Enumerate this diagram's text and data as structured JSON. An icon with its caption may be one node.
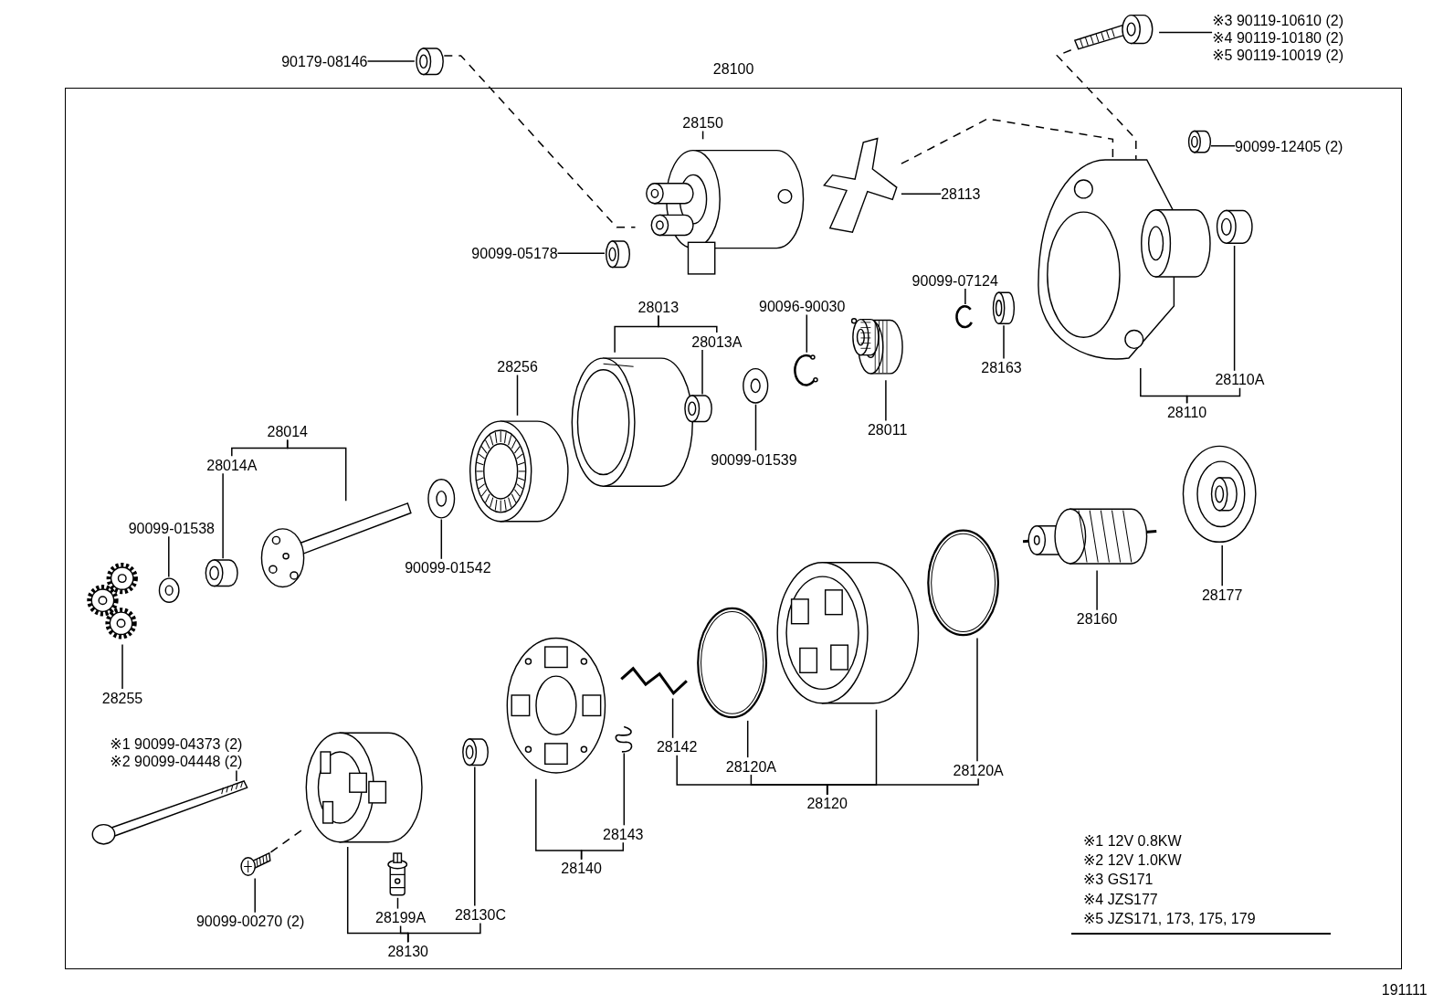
{
  "diagram": {
    "nodes": [
      {
        "text": [
          "28100"
        ]
      },
      {
        "text": [
          "90179-08146"
        ]
      },
      {
        "text": [],
        "shape": "cylinder"
      },
      {
        "text": [
          "※3 90119-10610 (2)",
          "※4 90119-10180 (2)",
          "※5 90119-10019 (2)"
        ]
      },
      {
        "text": [],
        "shape": "picture"
      },
      {
        "text": [
          "28150"
        ],
        "in": 0
      },
      {
        "text": [],
        "shape": "picture",
        "in": 0
      },
      {
        "text": [
          "28113"
        ],
        "in": 0
      },
      {
        "text": [],
        "shape": "picture",
        "in": 0
      },
      {
        "text": [
          "90099-12405 (2)"
        ],
        "in": 0
      },
      {
        "text": [],
        "shape": "cylinder",
        "in": 0
      },
      {
        "text": [
          "90099-05178"
        ],
        "in": 0
      },
      {
        "text": [],
        "shape": "cylinder",
        "in": 0
      },
      {
        "text": [],
        "shape": "picture",
        "in": 0
      },
      {
        "text": [],
        "shape": "cylinder",
        "in": 0
      },
      {
        "text": [
          "90099-07124"
        ],
        "in": 0
      },
      {
        "text": [],
        "shape": "picture",
        "in": 0
      },
      {
        "text": [
          "90096-90030"
        ],
        "in": 0
      },
      {
        "text": [
          "28013"
        ],
        "in": 0
      },
      {
        "text": [
          "28013A"
        ],
        "in": 0
      },
      {
        "text": [],
        "shape": "picture",
        "in": 0
      },
      {
        "text": [],
        "shape": "picture",
        "in": 0
      },
      {
        "text": [],
        "shape": "cylinder",
        "in": 0
      },
      {
        "text": [
          "28163"
        ],
        "in": 0
      },
      {
        "text": [
          "28256"
        ],
        "in": 0
      },
      {
        "text": [],
        "shape": "picture",
        "in": 0
      },
      {
        "text": [],
        "shape": "picture",
        "in": 0
      },
      {
        "text": [],
        "shape": "cylinder",
        "in": 0
      },
      {
        "text": [],
        "shape": "picture",
        "in": 0
      },
      {
        "text": [
          "28011"
        ],
        "in": 0
      },
      {
        "text": [
          "28110A"
        ],
        "in": 0
      },
      {
        "text": [
          "28110"
        ],
        "in": 0
      },
      {
        "text": [
          "28014"
        ],
        "in": 0
      },
      {
        "text": [
          "28014A"
        ],
        "in": 0
      },
      {
        "text": [
          "90099-01539"
        ],
        "in": 0
      },
      {
        "text": [
          "90099-01538"
        ],
        "in": 0
      },
      {
        "text": [],
        "shape": "picture",
        "in": 0
      },
      {
        "text": [],
        "shape": "picture",
        "in": 0
      },
      {
        "text": [
          "90099-01542"
        ],
        "in": 0
      },
      {
        "text": [],
        "shape": "cylinder",
        "in": 0
      },
      {
        "text": [],
        "shape": "picture",
        "in": 0
      },
      {
        "text": [],
        "shape": "picture",
        "in": 0
      },
      {
        "text": [],
        "shape": "picture",
        "in": 0
      },
      {
        "text": [],
        "shape": "picture",
        "in": 0
      },
      {
        "text": [],
        "shape": "picture",
        "in": 0
      },
      {
        "text": [],
        "shape": "picture",
        "in": 0
      },
      {
        "text": [],
        "shape": "picture",
        "in": 0
      },
      {
        "text": [
          "28177"
        ],
        "in": 0
      },
      {
        "text": [
          "28160"
        ],
        "in": 0
      },
      {
        "text": [],
        "shape": "picture",
        "in": 0
      },
      {
        "text": [],
        "shape": "picture",
        "in": 0
      },
      {
        "text": [],
        "shape": "picture",
        "in": 0
      },
      {
        "text": [
          "28255"
        ],
        "in": 0
      },
      {
        "text": [
          "※1 90099-04373 (2)",
          "※2 90099-04448 (2)"
        ],
        "in": 0
      },
      {
        "text": [],
        "shape": "picture",
        "in": 0
      },
      {
        "text": [],
        "shape": "cylinder",
        "in": 0
      },
      {
        "text": [
          "28142"
        ],
        "in": 0
      },
      {
        "text": [
          "28120A"
        ],
        "in": 0
      },
      {
        "text": [
          "28120A"
        ],
        "in": 0
      },
      {
        "text": [
          "28120"
        ],
        "in": 0
      },
      {
        "text": [],
        "shape": "picture",
        "in": 0
      },
      {
        "text": [],
        "shape": "picture",
        "in": 0
      },
      {
        "text": [],
        "shape": "picture",
        "in": 0
      },
      {
        "text": [
          "28143"
        ],
        "in": 0
      },
      {
        "text": [
          "28140"
        ],
        "in": 0
      },
      {
        "text": [
          "90099-00270 (2)"
        ],
        "in": 0
      },
      {
        "text": [
          "28199A"
        ],
        "in": 0
      },
      {
        "text": [
          "28130C"
        ],
        "in": 0
      },
      {
        "text": [
          "28130"
        ],
        "in": 0
      }
    ],
    "edges": [
      {
        "from": 1,
        "to": 2,
        "arrow": "none"
      },
      {
        "from": 2,
        "to": 6,
        "arrow": "none",
        "style": "dashed"
      },
      {
        "from": 3,
        "to": 4,
        "arrow": "none"
      },
      {
        "from": 4,
        "to": 13,
        "arrow": "none",
        "style": "dashed"
      },
      {
        "from": 5,
        "to": 6,
        "arrow": "none"
      },
      {
        "from": 7,
        "to": 8,
        "arrow": "none"
      },
      {
        "from": 8,
        "to": 13,
        "arrow": "none",
        "style": "dashed"
      },
      {
        "from": 9,
        "to": 10,
        "arrow": "none"
      },
      {
        "from": 11,
        "to": 12,
        "arrow": "none"
      },
      {
        "from": 15,
        "to": 16,
        "arrow": "none"
      },
      {
        "from": 17,
        "to": 20,
        "arrow": "none"
      },
      {
        "from": 18,
        "to": 26,
        "arrow": "none"
      },
      {
        "from": 18,
        "to": 19,
        "arrow": "none"
      },
      {
        "from": 19,
        "to": 27,
        "arrow": "none"
      },
      {
        "from": 23,
        "to": 22,
        "arrow": "none"
      },
      {
        "from": 24,
        "to": 25,
        "arrow": "none"
      },
      {
        "from": 29,
        "to": 21,
        "arrow": "none"
      },
      {
        "from": 30,
        "to": 14,
        "arrow": "none"
      },
      {
        "from": 31,
        "to": 13,
        "arrow": "none"
      },
      {
        "from": 31,
        "to": 30,
        "arrow": "none"
      },
      {
        "from": 32,
        "to": 33,
        "arrow": "none"
      },
      {
        "from": 32,
        "to": 36,
        "arrow": "none"
      },
      {
        "from": 33,
        "to": 39,
        "arrow": "none"
      },
      {
        "from": 34,
        "to": 28,
        "arrow": "none"
      },
      {
        "from": 35,
        "to": 40,
        "arrow": "none"
      },
      {
        "from": 38,
        "to": 37,
        "arrow": "none"
      },
      {
        "from": 47,
        "to": 42,
        "arrow": "none"
      },
      {
        "from": 48,
        "to": 43,
        "arrow": "none"
      },
      {
        "from": 52,
        "to": 41,
        "arrow": "none"
      },
      {
        "from": 53,
        "to": 60,
        "arrow": "none"
      },
      {
        "from": 61,
        "to": 54,
        "arrow": "none",
        "style": "dashed"
      },
      {
        "from": 56,
        "to": 49,
        "arrow": "none"
      },
      {
        "from": 57,
        "to": 46,
        "arrow": "none"
      },
      {
        "from": 58,
        "to": 44,
        "arrow": "none"
      },
      {
        "from": 59,
        "to": 56,
        "arrow": "none"
      },
      {
        "from": 59,
        "to": 57,
        "arrow": "none"
      },
      {
        "from": 59,
        "to": 45,
        "arrow": "none"
      },
      {
        "from": 59,
        "to": 58,
        "arrow": "none"
      },
      {
        "from": 63,
        "to": 51,
        "arrow": "none"
      },
      {
        "from": 64,
        "to": 50,
        "arrow": "none"
      },
      {
        "from": 64,
        "to": 63,
        "arrow": "none"
      },
      {
        "from": 65,
        "to": 61,
        "arrow": "none"
      },
      {
        "from": 66,
        "to": 62,
        "arrow": "none"
      },
      {
        "from": 67,
        "to": 55,
        "arrow": "none"
      },
      {
        "from": 68,
        "to": 54,
        "arrow": "none"
      },
      {
        "from": 68,
        "to": 66,
        "arrow": "none"
      },
      {
        "from": 68,
        "to": 67,
        "arrow": "none"
      }
    ],
    "labels": [
      "※1 12V 0.8KW",
      "※2 12V 1.0KW",
      "※3 GS171",
      "※4 JZS177",
      "※5 JZS171, 173, 175, 179",
      "191111"
    ]
  }
}
